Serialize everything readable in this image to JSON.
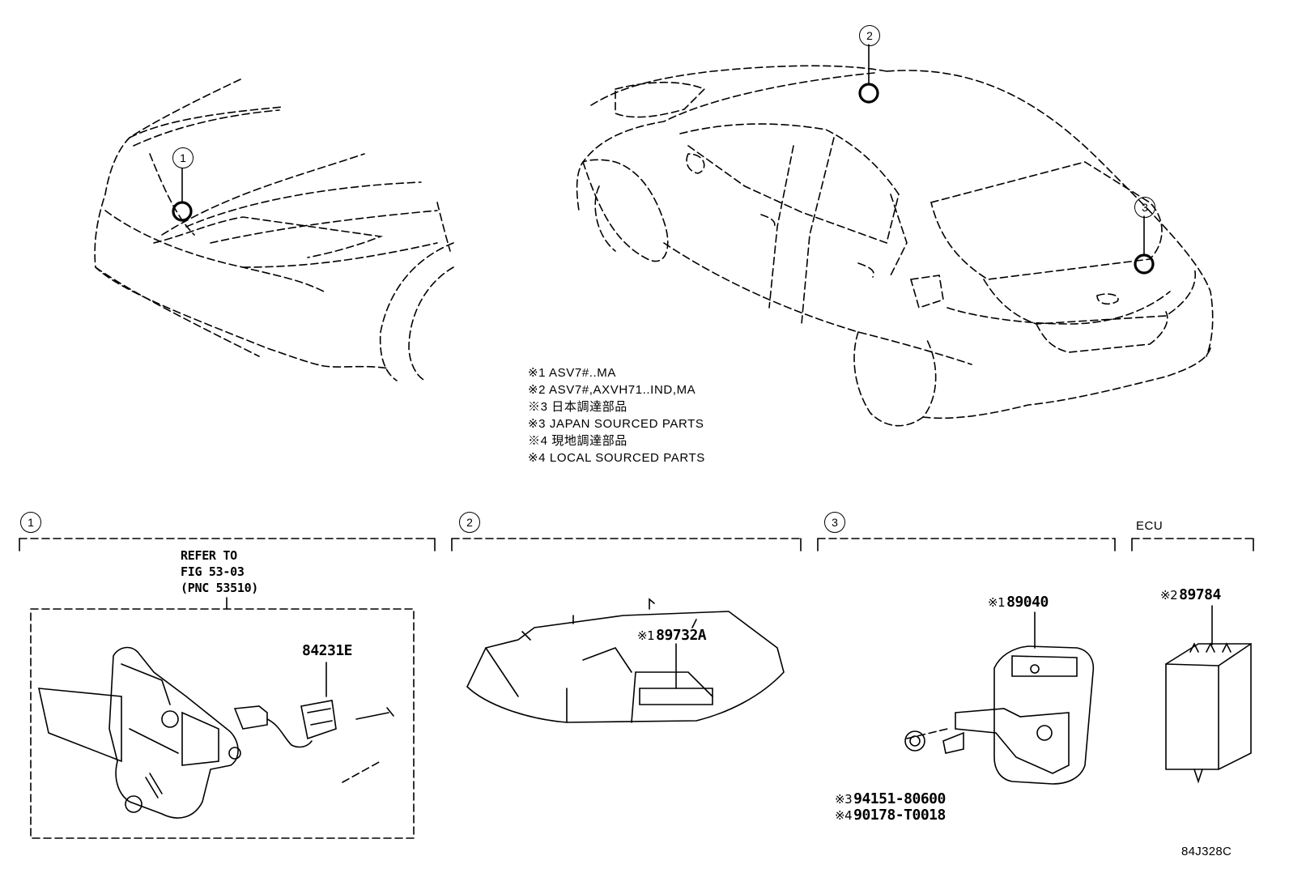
{
  "callouts": {
    "c1": "1",
    "c2": "2",
    "c3": "3"
  },
  "notes": [
    "※1  ASV7#..MA",
    "※2  ASV7#,AXVH71..IND,MA",
    "※3  日本調達部品",
    "※3  JAPAN SOURCED PARTS",
    "※4  現地調達部品",
    "※4  LOCAL SOURCED PARTS"
  ],
  "sections": {
    "s1": {
      "callout": "1"
    },
    "s2": {
      "callout": "2"
    },
    "s3": {
      "callout": "3"
    },
    "s4": {
      "title": "ECU"
    }
  },
  "refer": {
    "line1": "REFER TO",
    "line2": "FIG 53-03",
    "line3": "(PNC 53510)"
  },
  "parts": {
    "p84231E": {
      "mark": "",
      "number": "84231E"
    },
    "p89732A": {
      "mark": "※1",
      "number": "89732A"
    },
    "p89040": {
      "mark": "※1",
      "number": "89040"
    },
    "p89784": {
      "mark": "※2",
      "number": "89784"
    },
    "p94151": {
      "mark": "※3",
      "number": "94151-80600"
    },
    "p90178": {
      "mark": "※4",
      "number": "90178-T0018"
    }
  },
  "diagram_code": "84J328C"
}
